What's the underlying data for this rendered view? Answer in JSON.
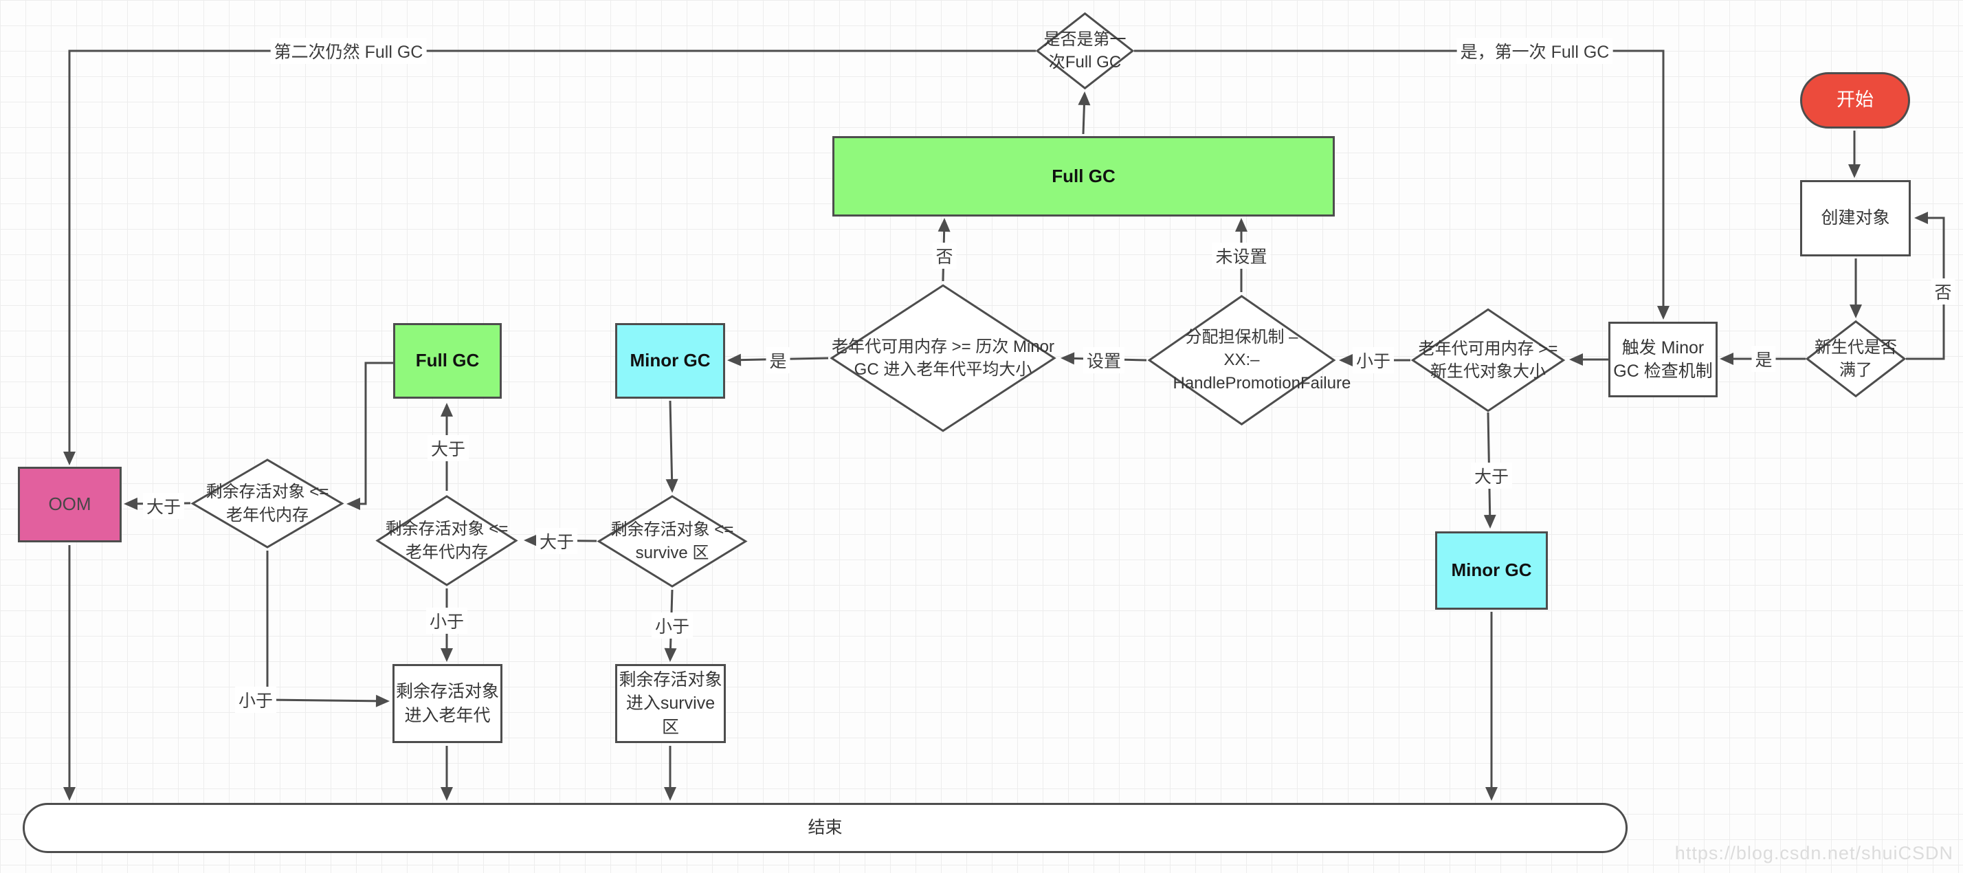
{
  "diagram": {
    "title_hint": "JVM GC flowchart",
    "watermark": "https://blog.csdn.net/shuiCSDN",
    "colors": {
      "start_fill": "#ec4b3c",
      "full_gc_fill": "#90f97c",
      "minor_gc_fill": "#8ef8fb",
      "oom_fill": "#e2609e",
      "line": "#4d4d4d",
      "grid": "#ededed"
    },
    "nodes": {
      "start": {
        "label": "开始",
        "shape": "rounded",
        "fill": "#ec4b3c"
      },
      "create_object": {
        "label": "创建对象",
        "shape": "rect",
        "fill": "#ffffff"
      },
      "newgen_full": {
        "label": "新生代是否满了",
        "shape": "diamond"
      },
      "trigger_minor": {
        "label": "触发 Minor GC 检查机制",
        "shape": "rect"
      },
      "oldgen_ge_newobj": {
        "label": "老年代可用内存 >= 新生代对象大小",
        "shape": "diamond"
      },
      "minor_gc_right": {
        "label": "Minor GC",
        "shape": "rect",
        "fill": "#8ef8fb"
      },
      "promotion": {
        "label": "分配担保机制 –XX:– HandlePromotionFailure",
        "shape": "diamond"
      },
      "full_gc_big": {
        "label": "Full GC",
        "shape": "rect",
        "fill": "#90f97c"
      },
      "first_full_gc": {
        "label": "是否是第一次Full GC",
        "shape": "diamond"
      },
      "oldgen_ge_avg": {
        "label": "老年代可用内存 >=  历次 Minor GC 进入老年代平均大小",
        "shape": "diamond"
      },
      "minor_gc_mid": {
        "label": "Minor GC",
        "shape": "rect",
        "fill": "#8ef8fb"
      },
      "full_gc_small": {
        "label": "Full GC",
        "shape": "rect",
        "fill": "#90f97c"
      },
      "oom": {
        "label": "OOM",
        "shape": "rect",
        "fill": "#e2609e"
      },
      "remaining_le_oldgen_left": {
        "label": "剩余存活对象 <= 老年代内存",
        "shape": "diamond"
      },
      "remaining_le_oldgen_mid": {
        "label": "剩余存活对象 <= 老年代内存",
        "shape": "diamond"
      },
      "remaining_le_survive": {
        "label": "剩余存活对象 <= survive 区",
        "shape": "diamond"
      },
      "enter_oldgen": {
        "label": "剩余存活对象 进入老年代",
        "shape": "rect"
      },
      "enter_survive": {
        "label": "剩余存活对象 进入survive 区",
        "shape": "rect"
      },
      "end": {
        "label": "结束",
        "shape": "rounded"
      }
    },
    "edge_labels": {
      "second_full_gc": "第二次仍然 Full GC",
      "yes_first_full_gc": "是，第一次 Full GC",
      "no_loop": "否",
      "yes_newgen": "是",
      "gt_right": "大于",
      "lt_right": "小于",
      "not_set": "未设置",
      "no_mid": "否",
      "yes_mid": "是",
      "set": "设置",
      "gt_survive": "大于",
      "gt_mid": "大于",
      "gt_left": "大于",
      "lt_left": "小于",
      "lt_mid": "小于",
      "lt_survive": "小于"
    }
  }
}
